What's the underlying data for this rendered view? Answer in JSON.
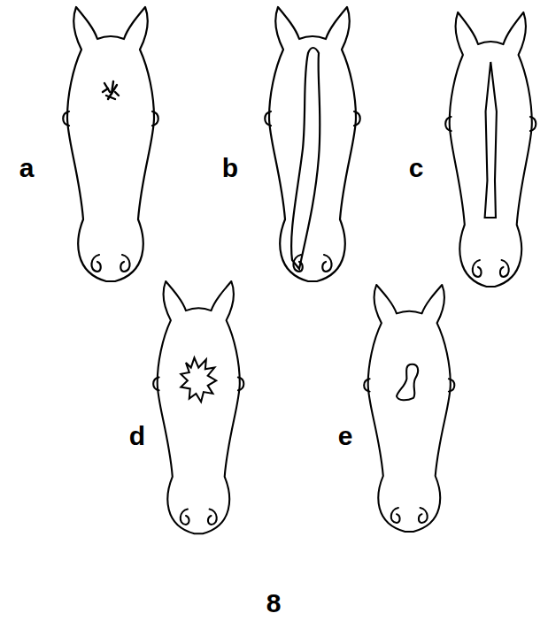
{
  "diagram": {
    "labels": [
      "a",
      "b",
      "c",
      "d",
      "e",
      "8"
    ]
  }
}
